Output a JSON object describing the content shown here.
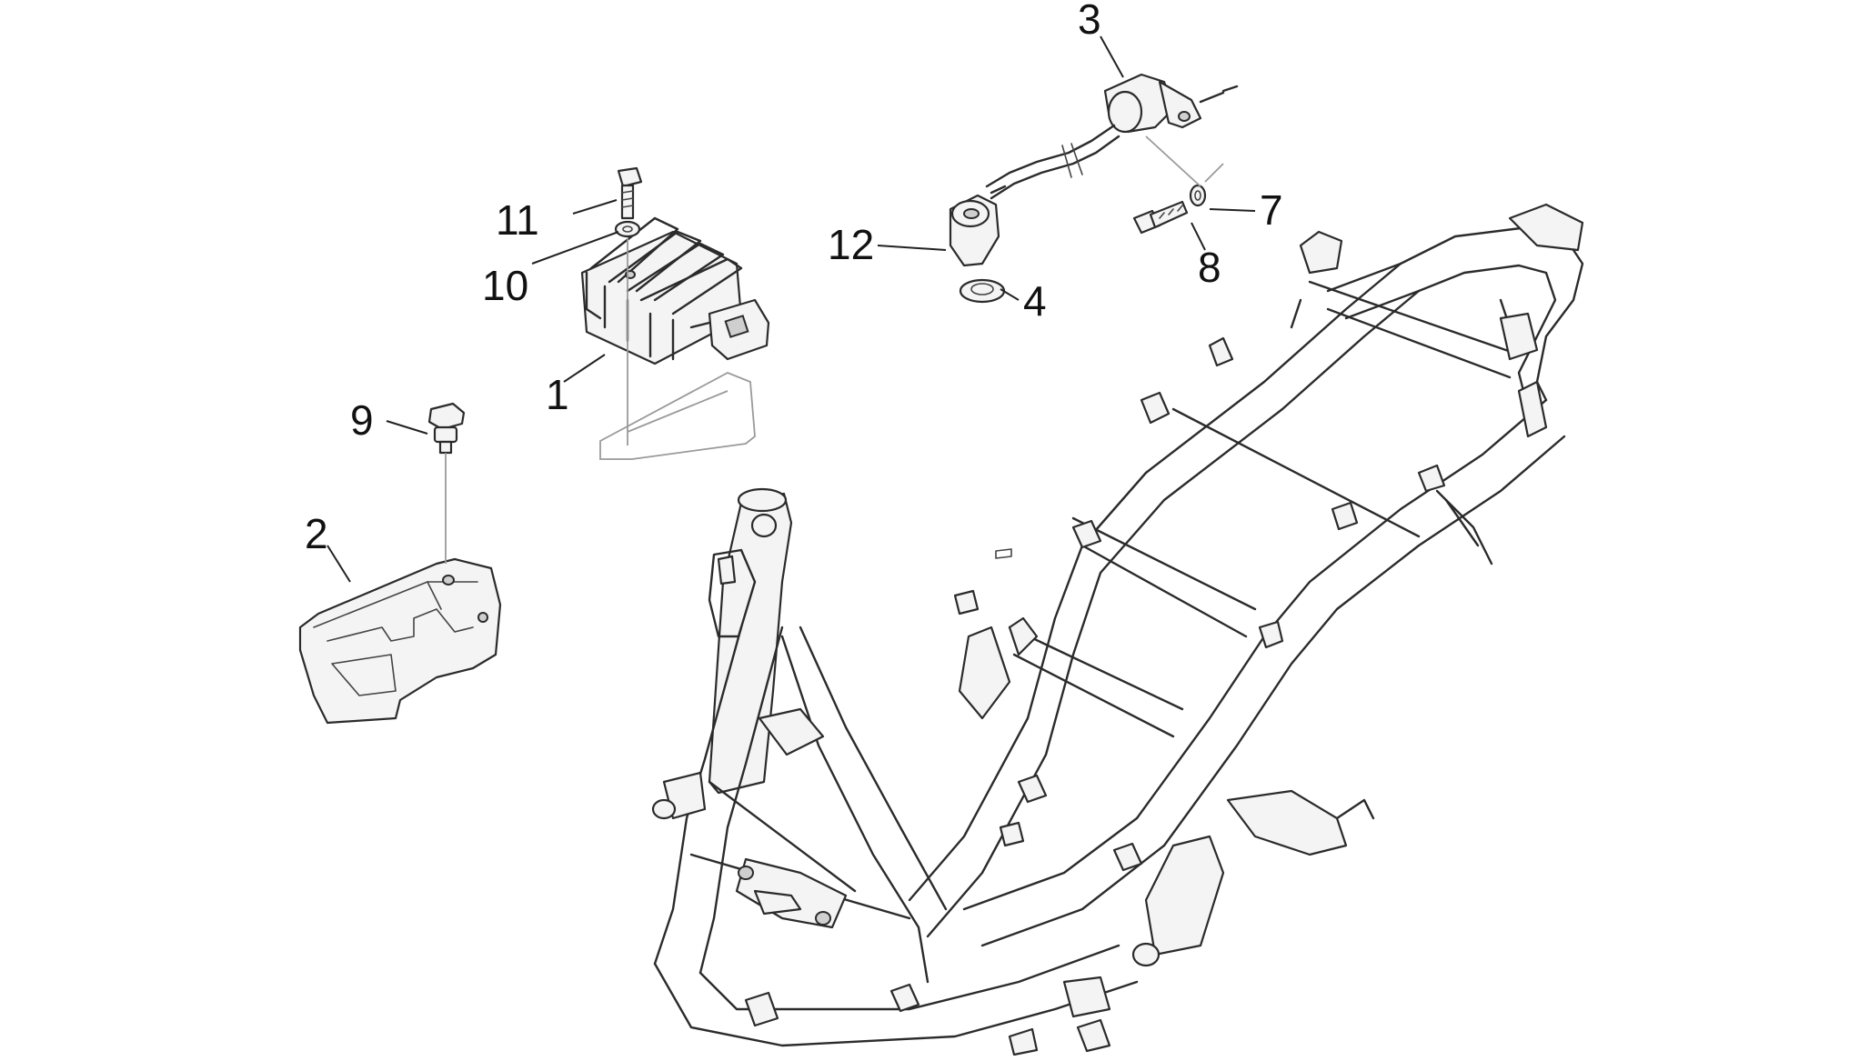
{
  "callouts": {
    "c1": "1",
    "c2": "2",
    "c3": "3",
    "c4": "4",
    "c7": "7",
    "c8": "8",
    "c9": "9",
    "c10": "10",
    "c11": "11",
    "c12": "12"
  },
  "colors": {
    "line": "#2b2b2b",
    "background": "#ffffff"
  }
}
